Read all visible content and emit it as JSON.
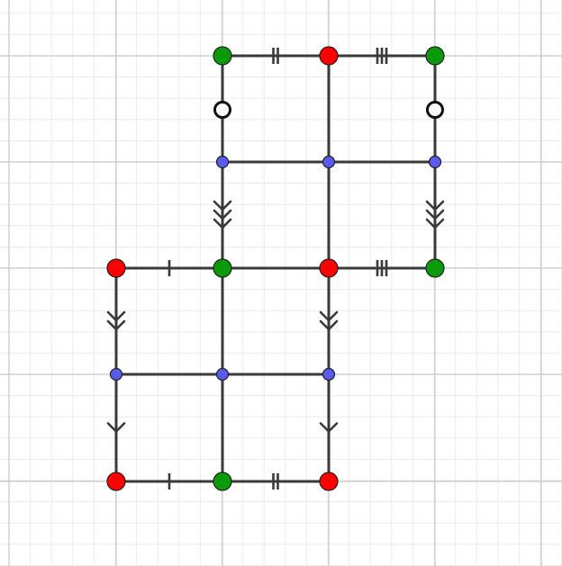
{
  "colors": {
    "background": "#ffffff",
    "minor_grid": "#ececec",
    "major_grid": "#c8c8c8",
    "edge": "#3a3a3a",
    "vertex_red": "#ff0000",
    "vertex_green": "#0a9a0a",
    "vertex_blue": "#5a5aee",
    "vertex_outline": "#222222",
    "hole_marker": "#111111"
  },
  "diagram": {
    "vertices": [
      {
        "id": "v-g-top-left",
        "kind": "green"
      },
      {
        "id": "v-r-top-mid",
        "kind": "red"
      },
      {
        "id": "v-g-top-right",
        "kind": "green"
      },
      {
        "id": "v-b-row2-left",
        "kind": "blue"
      },
      {
        "id": "v-b-row2-mid",
        "kind": "blue"
      },
      {
        "id": "v-b-row2-right",
        "kind": "blue"
      },
      {
        "id": "v-r-row3-left",
        "kind": "red"
      },
      {
        "id": "v-g-row3-left-mid",
        "kind": "green"
      },
      {
        "id": "v-r-row3-mid",
        "kind": "red"
      },
      {
        "id": "v-g-row3-right",
        "kind": "green"
      },
      {
        "id": "v-b-row4-left",
        "kind": "blue"
      },
      {
        "id": "v-b-row4-left-mid",
        "kind": "blue"
      },
      {
        "id": "v-b-row4-mid",
        "kind": "blue"
      },
      {
        "id": "v-r-bottom-left",
        "kind": "red"
      },
      {
        "id": "v-g-bottom-left-mid",
        "kind": "green"
      },
      {
        "id": "v-r-bottom-mid",
        "kind": "red"
      }
    ],
    "edge_marks": [
      {
        "edge": "top-left-horizontal",
        "type": "tick",
        "count": 2
      },
      {
        "edge": "top-right-horizontal",
        "type": "tick",
        "count": 3
      },
      {
        "edge": "row3-left-horizontal",
        "type": "tick",
        "count": 1
      },
      {
        "edge": "row3-right-horizontal",
        "type": "tick",
        "count": 3
      },
      {
        "edge": "bottom-left-horizontal",
        "type": "tick",
        "count": 1
      },
      {
        "edge": "bottom-right-horizontal",
        "type": "tick",
        "count": 2
      },
      {
        "edge": "upper-left-vertical",
        "type": "arrow",
        "count": 3
      },
      {
        "edge": "upper-right-vertical",
        "type": "arrow",
        "count": 3
      },
      {
        "edge": "lower-left-vertical-top",
        "type": "arrow",
        "count": 2
      },
      {
        "edge": "lower-mid-vertical-top",
        "type": "arrow",
        "count": 2
      },
      {
        "edge": "lower-left-vertical-bottom",
        "type": "arrow",
        "count": 1
      },
      {
        "edge": "lower-mid-vertical-bottom",
        "type": "arrow",
        "count": 1
      }
    ],
    "hole_markers": [
      {
        "id": "hole-left"
      },
      {
        "id": "hole-right"
      }
    ]
  }
}
